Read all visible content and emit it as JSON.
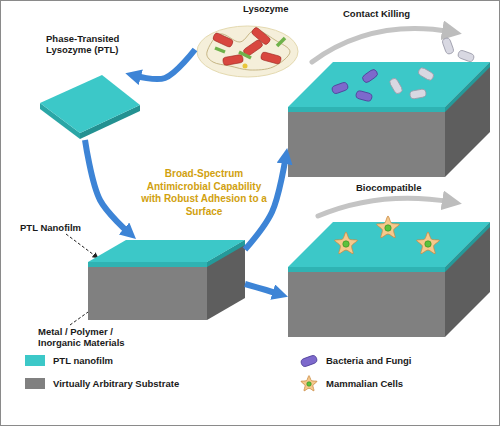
{
  "diagram": {
    "nodes": [
      {
        "text": [
          "Lysozyme"
        ]
      },
      {
        "text": [
          "Phase-Transited Lysozyme (PTL)"
        ]
      },
      {
        "text": [
          "PTL Nanofilm",
          "Metal / Polymer / Inorganic Materials"
        ]
      },
      {
        "text": [
          "Contact Killing"
        ]
      },
      {
        "text": [
          "Biocompatible"
        ]
      }
    ],
    "edges": [
      {
        "from": 0,
        "to": 1,
        "arrow": "to"
      },
      {
        "from": 1,
        "to": 2,
        "arrow": "to"
      },
      {
        "from": 2,
        "to": 3,
        "arrow": "to"
      },
      {
        "from": 2,
        "to": 4,
        "arrow": "to"
      }
    ],
    "labels": [
      "Broad-Spectrum Antimicrobial Capability with Robust Adhesion to a Surface"
    ],
    "legend": [
      {
        "text": "PTL nanofilm",
        "color": "#3cc8c8"
      },
      {
        "text": "Virtually Arbitrary Substrate",
        "color": "#808080"
      },
      {
        "text": "Bacteria and Fungi"
      },
      {
        "text": "Mammalian Cells"
      }
    ]
  }
}
